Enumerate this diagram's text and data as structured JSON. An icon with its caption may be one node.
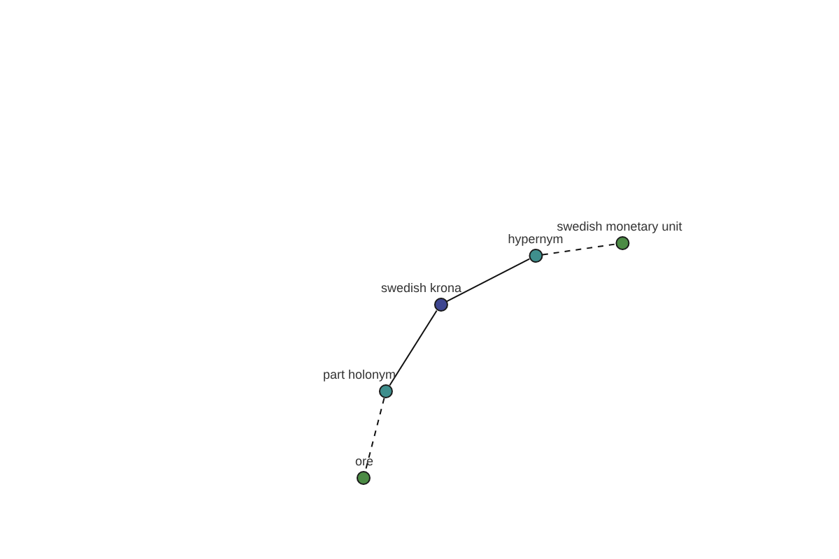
{
  "diagram": {
    "nodes": [
      {
        "text": [
          "swedish krona"
        ]
      },
      {
        "text": [
          "hypernym"
        ]
      },
      {
        "text": [
          "swedish monetary unit"
        ]
      },
      {
        "text": [
          "part holonym"
        ]
      },
      {
        "text": [
          "ore"
        ]
      }
    ],
    "edges": [
      {
        "from": 0,
        "to": 1,
        "arrow": "none"
      },
      {
        "from": 1,
        "to": 2,
        "arrow": "none",
        "style": "dashed"
      },
      {
        "from": 0,
        "to": 3,
        "arrow": "none"
      },
      {
        "from": 3,
        "to": 4,
        "arrow": "none",
        "style": "dashed"
      }
    ]
  }
}
